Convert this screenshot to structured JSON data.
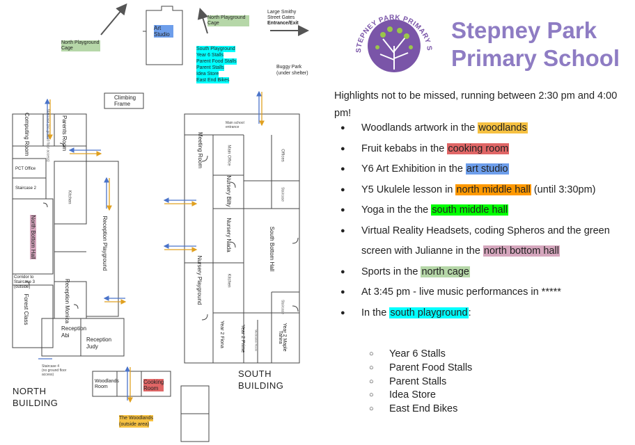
{
  "school": {
    "title_line1": "Stepney Park",
    "title_line2": "Primary School",
    "logo_text": "STEPNEY PARK PRIMARY SCHOOL"
  },
  "highlights": {
    "intro": "Highlights not to be missed, running between 2:30 pm and 4:00 pm!",
    "items": [
      {
        "pre": "Woodlands artwork in the ",
        "place": "woodlands",
        "post": "",
        "color": "#f6c142"
      },
      {
        "pre": "Fruit kebabs in the ",
        "place": "cooking room",
        "post": "",
        "color": "#e06666"
      },
      {
        "pre": "Y6 Art Exhibition in the ",
        "place": "art studio",
        "post": "",
        "color": "#6d9eeb"
      },
      {
        "pre": "Y5 Ukulele lesson in ",
        "place": "north middle hall",
        "post": " (until 3:30pm)",
        "color": "#ff9900"
      },
      {
        "pre": "Yoga in the the ",
        "place": "south middle hall",
        "post": "",
        "color": "#00ff00"
      },
      {
        "pre": "Virtual Reality Headsets, coding Spheros and the green screen with Julianne in the ",
        "place": "north bottom hall",
        "post": "",
        "color": "#d5a6bd"
      },
      {
        "pre": "Sports in the ",
        "place": "north cage",
        "post": "",
        "color": "#b6d7a8"
      },
      {
        "pre": "At 3:45 pm - live music performances in *****",
        "place": "",
        "post": "",
        "color": ""
      },
      {
        "pre": "In the ",
        "place": "south playground",
        "post": ":",
        "color": "#00ffff"
      }
    ],
    "sub_items": [
      "Year 6 Stalls",
      "Parent Food Stalls",
      "Parent Stalls",
      "Idea Store",
      "East End Bikes"
    ]
  },
  "map": {
    "top": {
      "north_playground_cage_left": "North Playground Cage",
      "art_studio": "Art Studio",
      "north_playground_cage_right": "North Playground Cage",
      "gates_line1": "Large Smithy",
      "gates_line2": "Street Gates",
      "gates_line3": "Entrance/Exit",
      "south_playground_list": [
        "South Playground",
        "Year 6 Stalls",
        "Parent Food Stalls",
        "Parent Stalls",
        "Idea Store",
        "East End Bikes"
      ],
      "buggy_park": "Buggy Park",
      "buggy_park_sub": "(under shelter)",
      "climbing_frame_1": "Climbing",
      "climbing_frame_2": "Frame"
    },
    "north": {
      "computing_room": "Computing Room",
      "staircase_note": "Staircase (no ground floor access)",
      "parents_room": "Parents Room",
      "pct_office": "PCT Office",
      "staircase_2": "Staircase 2",
      "kitchen": "Kitchen",
      "north_bottom_hall": "North Bottom Hall",
      "reception_playground": "Reception Playground",
      "corridor_1": "Corridor to",
      "corridor_2": "Staircase 3",
      "corridor_3": "(outside)",
      "forest_class": "Forest Class",
      "reception_monica": "Reception Monica",
      "reception_abi_1": "Reception",
      "reception_abi_2": "Abi",
      "reception_judy_1": "Reception",
      "reception_judy_2": "Judy",
      "staircase_4_1": "Staircase 4",
      "staircase_4_2": "(no ground floor",
      "staircase_4_3": "access)",
      "woodlands_room_1": "Woodlands",
      "woodlands_room_2": "Room",
      "cooking_room_1": "Cooking",
      "cooking_room_2": "Room",
      "woodlands_outside_1": "The Woodlands",
      "woodlands_outside_2": "(outside area)",
      "building_1": "NORTH",
      "building_2": "BUILDING"
    },
    "south": {
      "main_entrance_1": "Main school",
      "main_entrance_2": "entrance",
      "meeting_room": "Meeting Room",
      "main_office": "Main Office",
      "offices": "Offices",
      "nursery_bilty": "Nursery Bilty",
      "staircase": "Staircase",
      "nursery_nada": "Nursery Nada",
      "south_bottom_hall": "South Bottom Hall",
      "nursery_playground": "Nursery Playground",
      "kitchen": "Kitchen",
      "staircase_b": "Staircase",
      "year2_fiona": "Year 2 Fiona",
      "year2_prime": "Year 2 Prime",
      "year2_maple": "Year 2 Maple",
      "year2_tahira": "Tahira",
      "medication_room": "Medication Room",
      "building_1": "SOUTH",
      "building_2": "BUILDING"
    }
  },
  "colors": {
    "title": "#8e7cc3",
    "green_cage": "#b6d7a8",
    "art_studio": "#6d9eeb",
    "cyan": "#00ffff",
    "pink": "#d5a6bd",
    "red": "#e06666",
    "orange": "#f6c142"
  }
}
